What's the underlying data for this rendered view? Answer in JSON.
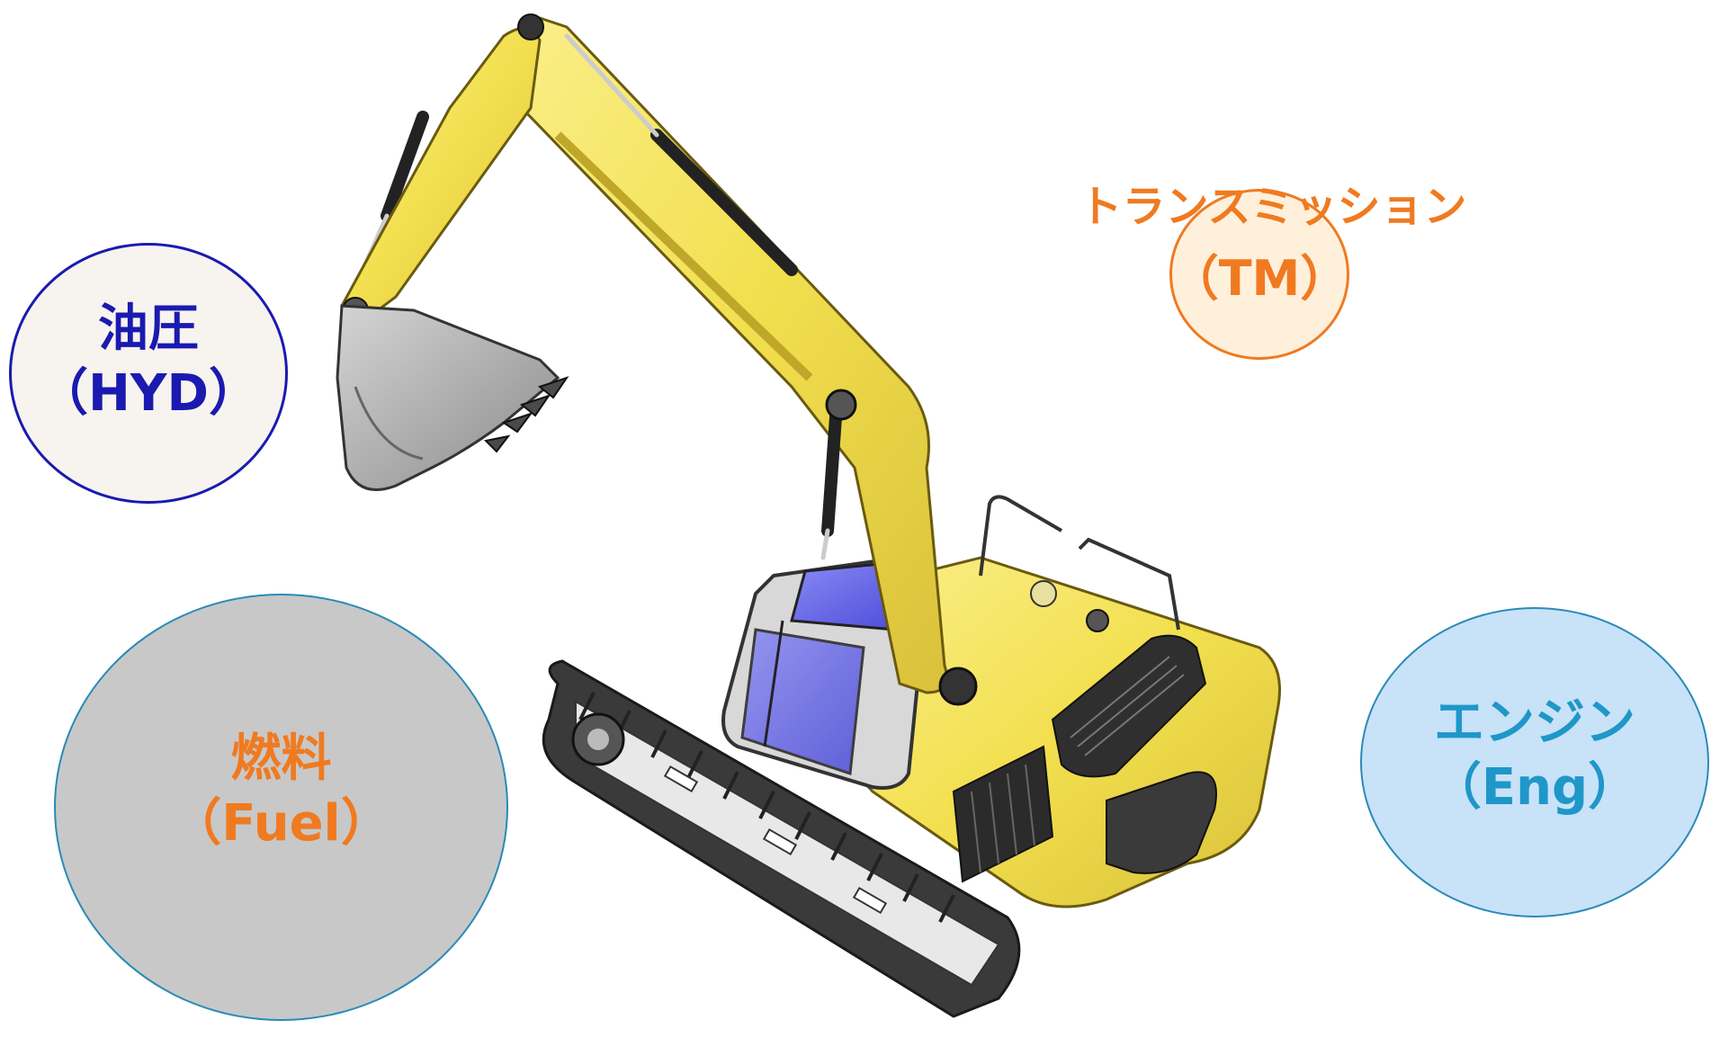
{
  "colors": {
    "hyd_text": "#1a1ab0",
    "hyd_fill": "#f7f3ee",
    "hyd_border": "#1a1ab0",
    "tm_text": "#f07a20",
    "tm_fill": "#fff0dc",
    "tm_border": "#f07a20",
    "fuel_text": "#f07a20",
    "fuel_fill": "#c8c8c8",
    "fuel_border": "#2a8ab8",
    "eng_text": "#1f97c8",
    "eng_fill": "#c8e2f8",
    "eng_border": "#2a8ab8",
    "machine_yellow": "#f2df4e",
    "machine_dark": "#2e2e2e",
    "cab_glass": "#5c5ce8"
  },
  "labels": {
    "hyd": {
      "line1": "油圧",
      "line2": "（HYD）"
    },
    "tm": {
      "line1": "トランスミッション",
      "line2": "（TM）"
    },
    "fuel": {
      "line1": "燃料",
      "line2": "（Fuel）"
    },
    "eng": {
      "line1": "エンジン",
      "line2": "（Eng）"
    }
  },
  "illustration": {
    "subject": "excavator",
    "icon": "excavator-illustration"
  }
}
